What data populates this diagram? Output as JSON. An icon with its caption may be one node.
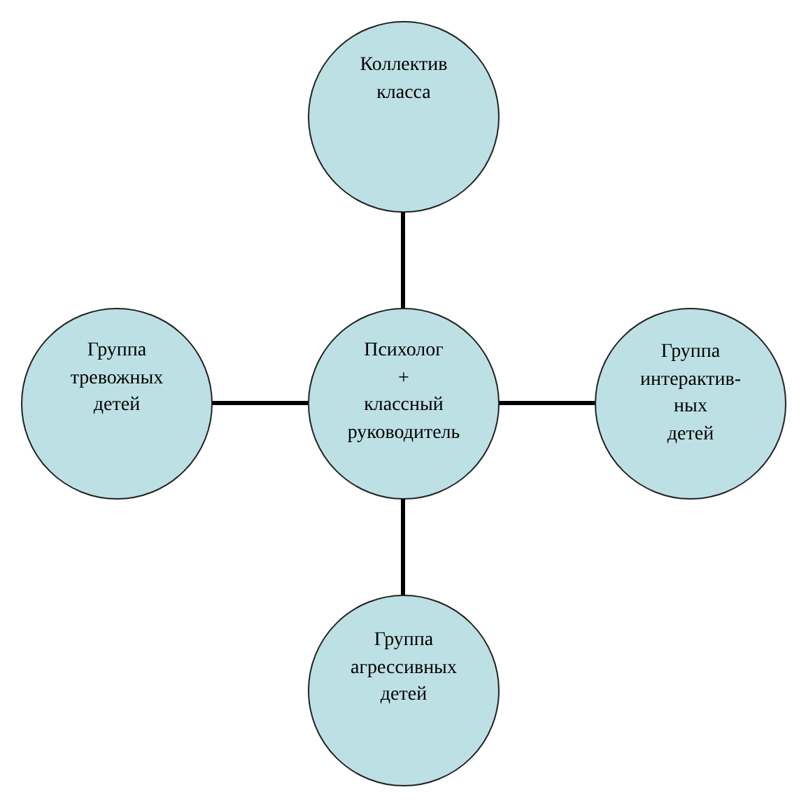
{
  "diagram": {
    "nodes": [
      {
        "text": [
          "Коллектив класса"
        ]
      },
      {
        "text": [
          "Группа тревожных детей"
        ]
      },
      {
        "text": [
          "Психолог + классный руководитель"
        ]
      },
      {
        "text": [
          "Группа интерактив- ных детей"
        ]
      },
      {
        "text": [
          "Группа агрессивных детей"
        ]
      }
    ],
    "edges": [
      {
        "from": 2,
        "to": 0,
        "arrow": "none"
      },
      {
        "from": 2,
        "to": 1,
        "arrow": "none"
      },
      {
        "from": 2,
        "to": 3,
        "arrow": "none"
      },
      {
        "from": 2,
        "to": 4,
        "arrow": "none"
      }
    ]
  }
}
